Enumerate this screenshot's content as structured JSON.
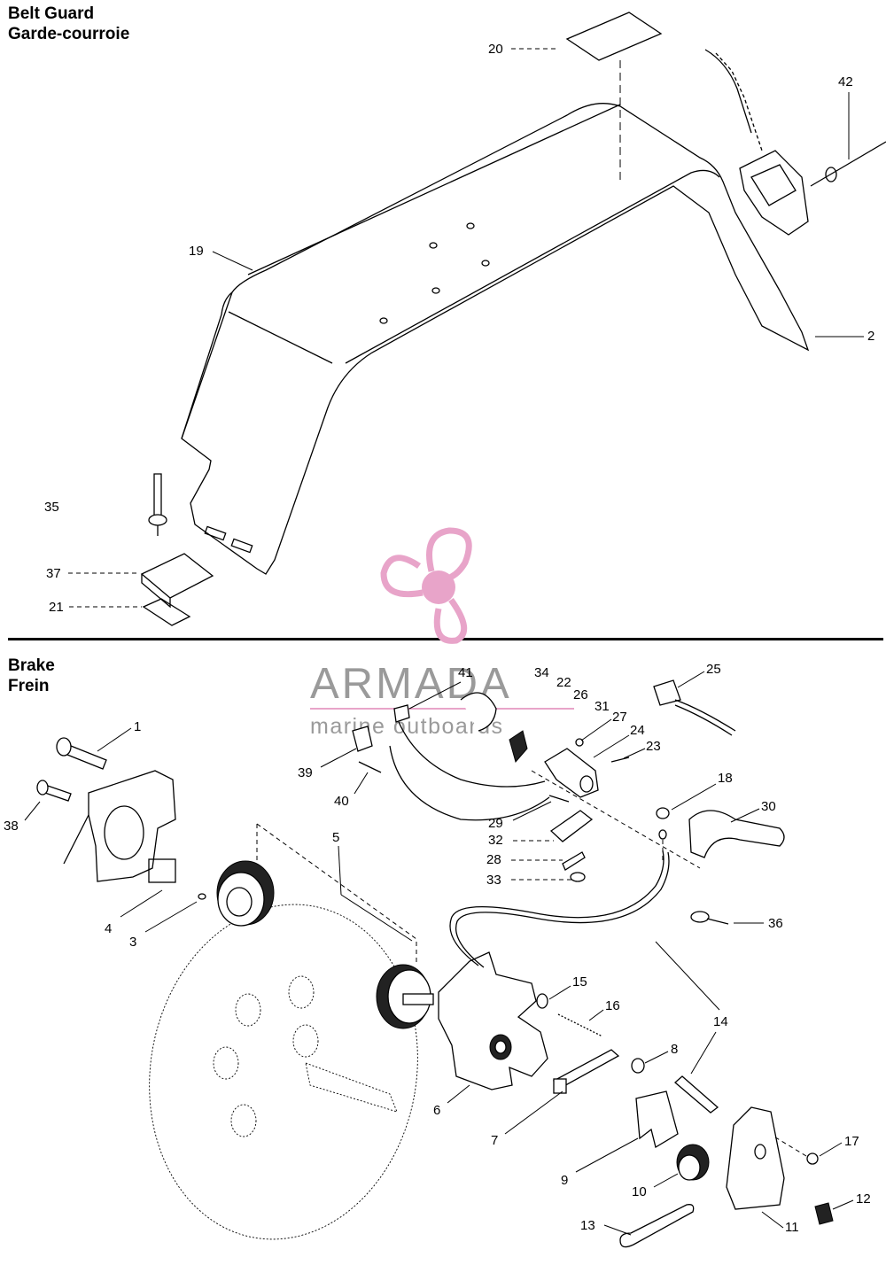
{
  "sections": {
    "belt_guard": {
      "title_en": "Belt Guard",
      "title_fr": "Garde-courroie"
    },
    "brake": {
      "title_en": "Brake",
      "title_fr": "Frein"
    }
  },
  "watermark": {
    "brand": "ARMADA",
    "tagline": "marine outboards",
    "color": "#e8a4c9"
  },
  "callouts": {
    "belt_guard": [
      "20",
      "42",
      "19",
      "2",
      "35",
      "37",
      "21"
    ],
    "brake": [
      "25",
      "41",
      "34",
      "22",
      "26",
      "31",
      "27",
      "24",
      "23",
      "1",
      "39",
      "40",
      "18",
      "30",
      "38",
      "29",
      "32",
      "28",
      "33",
      "5",
      "36",
      "4",
      "3",
      "14",
      "15",
      "16",
      "8",
      "6",
      "7",
      "17",
      "9",
      "10",
      "12",
      "11",
      "13"
    ]
  }
}
